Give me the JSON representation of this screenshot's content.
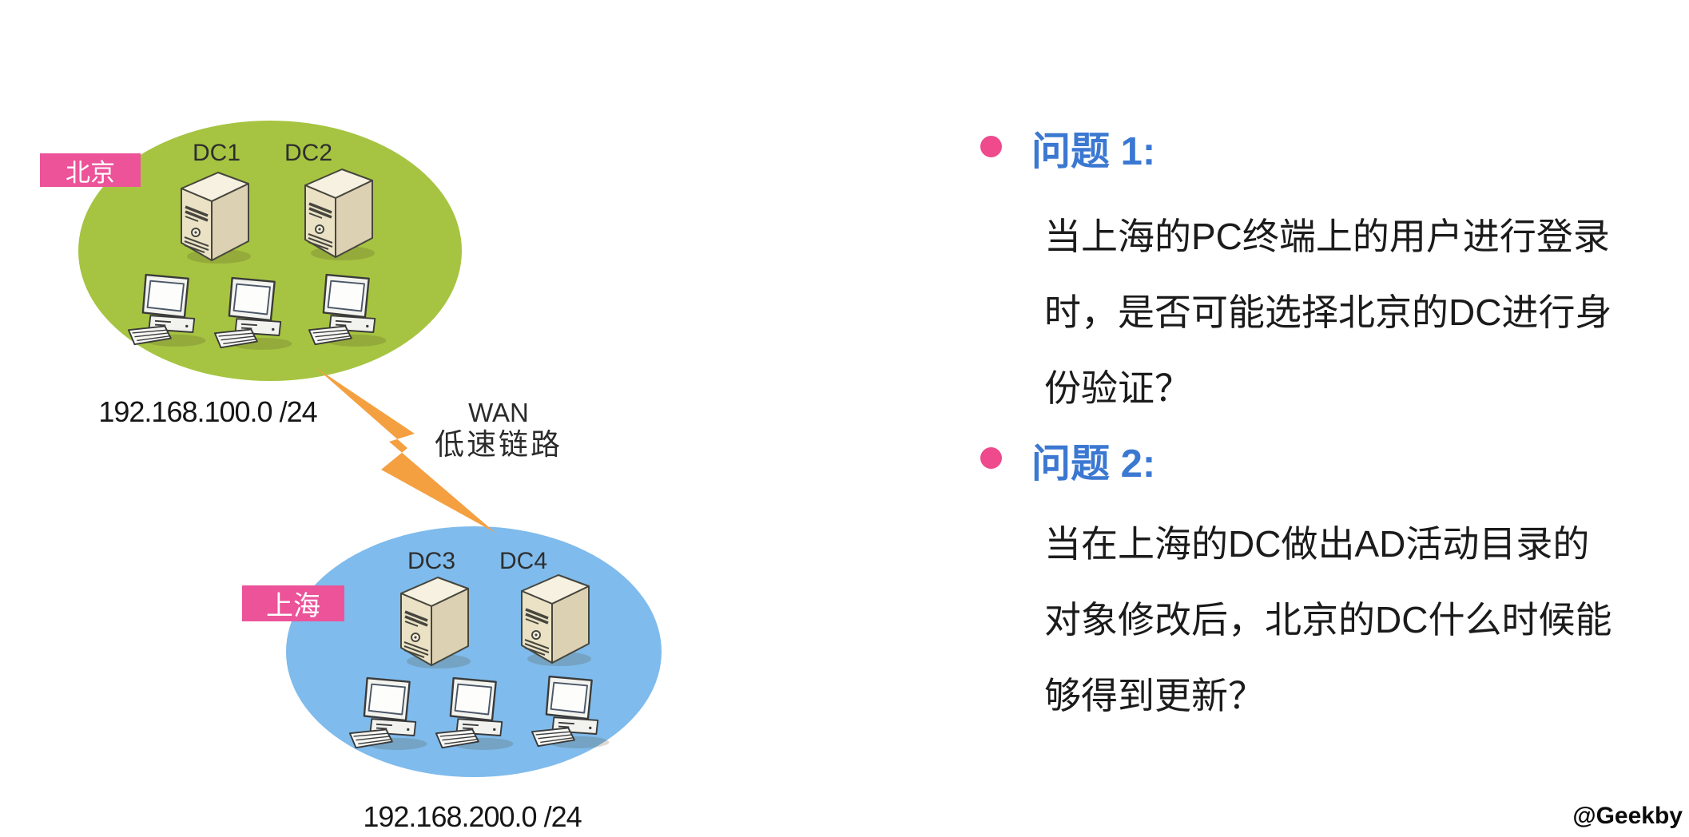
{
  "page": {
    "background": "#ffffff",
    "watermark": "@Geekby"
  },
  "diagram": {
    "beijing": {
      "label": "北京",
      "label_bg": "#ec5399",
      "ellipse_color": "#a6c441",
      "subnet": "192.168.100.0 /24",
      "servers": [
        "DC1",
        "DC2"
      ],
      "pc_count": 3
    },
    "shanghai": {
      "label": "上海",
      "label_bg": "#ec5399",
      "ellipse_color": "#7fbbec",
      "subnet": "192.168.200.0 /24",
      "servers": [
        "DC3",
        "DC4"
      ],
      "pc_count": 3
    },
    "wan": {
      "line1": "WAN",
      "line2": "低速链路",
      "bolt_color": "#f4a041"
    }
  },
  "questions": [
    {
      "title": "问题 1:",
      "lines": [
        "当上海的PC终端上的用户进行登录",
        "时，是否可能选择北京的DC进行身",
        "份验证？"
      ]
    },
    {
      "title": "问题 2:",
      "lines": [
        "当在上海的DC做出AD活动目录的",
        "对象修改后，北京的DC什么时候能",
        "够得到更新？"
      ]
    }
  ],
  "colors": {
    "title_blue": "#3b78d2",
    "bullet_pink": "#ee4a8c",
    "body_text": "#1b1b1b",
    "server_beige": "#ebe2c6",
    "pc_gray": "#f3f3ef"
  }
}
